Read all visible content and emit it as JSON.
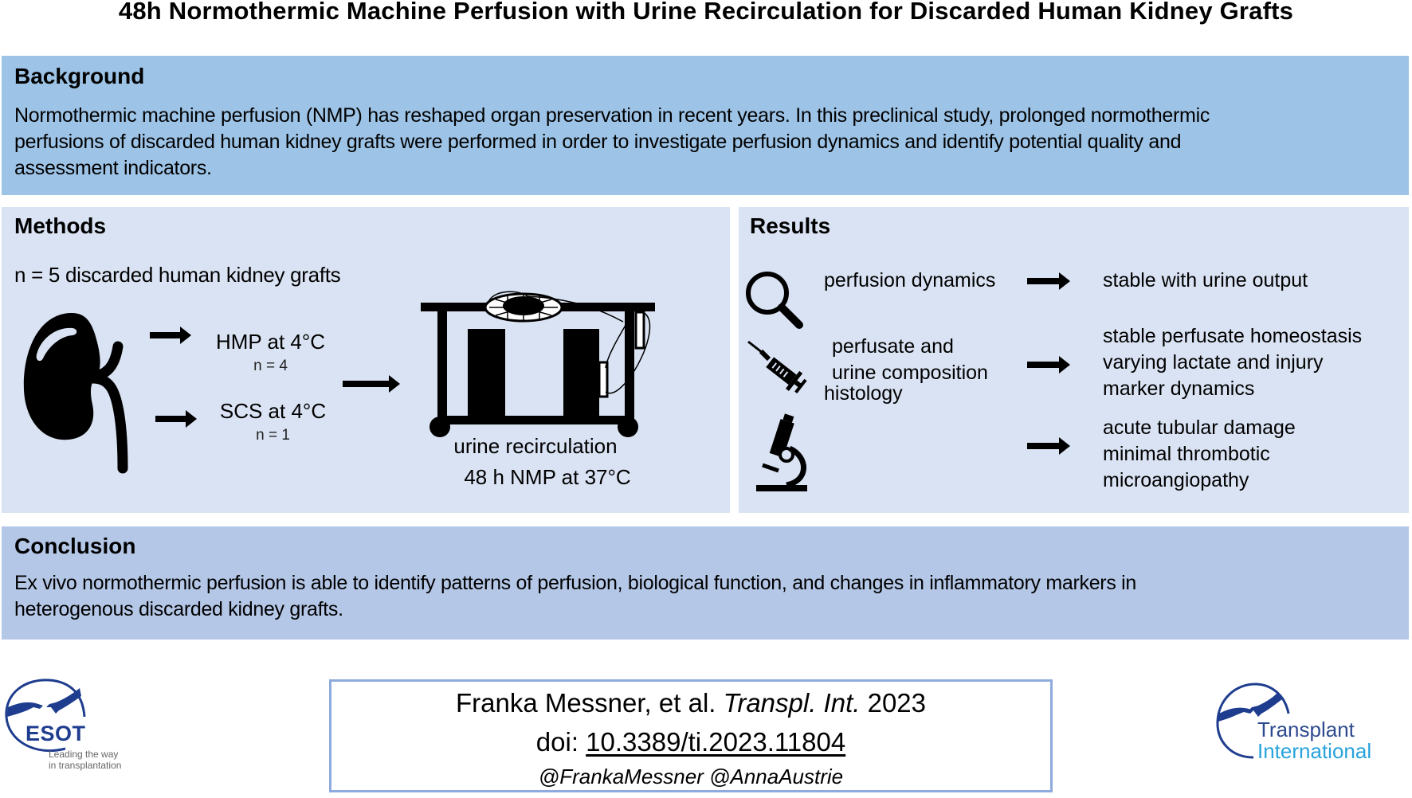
{
  "title": "48h Normothermic Machine Perfusion with Urine Recirculation for Discarded Human Kidney Grafts",
  "colors": {
    "background_box": "#9dc3e6",
    "methods_results_box": "#dae3f3",
    "conclusion_box": "#b4c7e7",
    "citation_border": "#8faadc",
    "logo_blue": "#1f3d8f",
    "logo_light_blue": "#29a3dc"
  },
  "background": {
    "heading": "Background",
    "lines": [
      "Normothermic machine perfusion (NMP) has reshaped organ preservation in recent years. In this preclinical study, prolonged normothermic",
      "perfusions of discarded human kidney grafts were performed in order to investigate perfusion dynamics and identify potential quality and",
      "assessment indicators."
    ]
  },
  "methods": {
    "heading": "Methods",
    "sample": "n = 5 discarded human kidney grafts",
    "icons": [
      "kidney-icon",
      "perfusion-cart-icon"
    ],
    "branches": [
      {
        "label": "HMP at 4°C",
        "n": "n = 4"
      },
      {
        "label": "SCS at 4°C",
        "n": "n = 1"
      }
    ],
    "device_label": "urine recirculation",
    "device_sublabel": "48 h NMP at 37°C"
  },
  "results": {
    "heading": "Results",
    "rows": [
      {
        "icon": "magnifier-icon",
        "label": [
          "perfusion dynamics"
        ],
        "outcome": [
          "stable with urine output"
        ]
      },
      {
        "icon": "syringe-icon",
        "label": [
          "perfusate and",
          "urine composition"
        ],
        "outcome": [
          "stable perfusate homeostasis",
          "varying lactate and injury",
          "marker dynamics"
        ]
      },
      {
        "icon": "microscope-icon",
        "label": [
          "histology"
        ],
        "outcome": [
          "acute tubular damage",
          "minimal thrombotic",
          "microangiopathy"
        ]
      }
    ]
  },
  "conclusion": {
    "heading": "Conclusion",
    "lines": [
      "Ex vivo normothermic perfusion is able to identify patterns of perfusion, biological function, and changes in inflammatory markers in",
      "heterogenous discarded kidney grafts."
    ]
  },
  "citation": {
    "authors": "Franka Messner, et al.",
    "journal": "Transpl. Int.",
    "year": "2023",
    "doi_prefix": "doi:",
    "doi": "10.3389/ti.2023.11804",
    "handles": "@FrankaMessner @AnnaAustrie"
  },
  "logos": {
    "esot": {
      "name": "ESOT",
      "tagline_1": "Leading the way",
      "tagline_2": "in transplantation"
    },
    "journal": {
      "line_1": "Transplant",
      "line_2": "International"
    }
  }
}
